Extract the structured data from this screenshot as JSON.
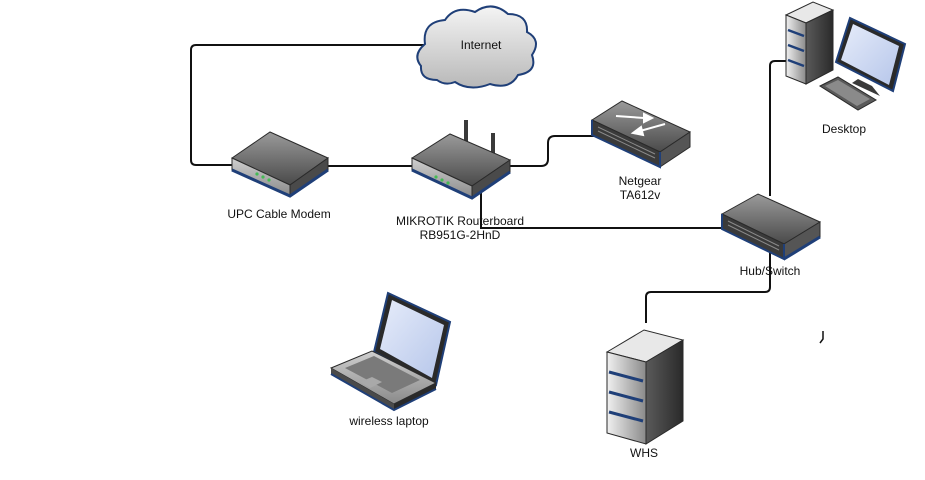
{
  "colors": {
    "line": "#111111",
    "device_dark": "#3a3a3a",
    "device_mid": "#6a6a6a",
    "device_light": "#a9a9a9",
    "accent_blue": "#1f3f78",
    "screen_blue": "#c9d6f2",
    "cloud_fill": "#dcdcdc"
  },
  "nodes": {
    "internet": {
      "label": "Internet",
      "icon": "cloud-icon"
    },
    "modem": {
      "label": "UPC Cable Modem",
      "icon": "modem-icon"
    },
    "router": {
      "label_line1": "MIKROTIK Routerboard",
      "label_line2": "RB951G-2HnD",
      "icon": "router-icon"
    },
    "netgear": {
      "label_line1": "Netgear",
      "label_line2": "TA612v",
      "icon": "voip-adapter-icon"
    },
    "desktop": {
      "label": "Desktop",
      "icon": "desktop-computer-icon"
    },
    "hub": {
      "label": "Hub/Switch",
      "icon": "switch-icon"
    },
    "laptop": {
      "label": "wireless laptop",
      "icon": "laptop-icon"
    },
    "whs": {
      "label": "WHS",
      "icon": "server-tower-icon"
    }
  },
  "connections": [
    {
      "from": "modem",
      "to": "internet"
    },
    {
      "from": "modem",
      "to": "router"
    },
    {
      "from": "router",
      "to": "netgear"
    },
    {
      "from": "router",
      "to": "hub"
    },
    {
      "from": "hub",
      "to": "desktop"
    },
    {
      "from": "hub",
      "to": "whs"
    }
  ]
}
